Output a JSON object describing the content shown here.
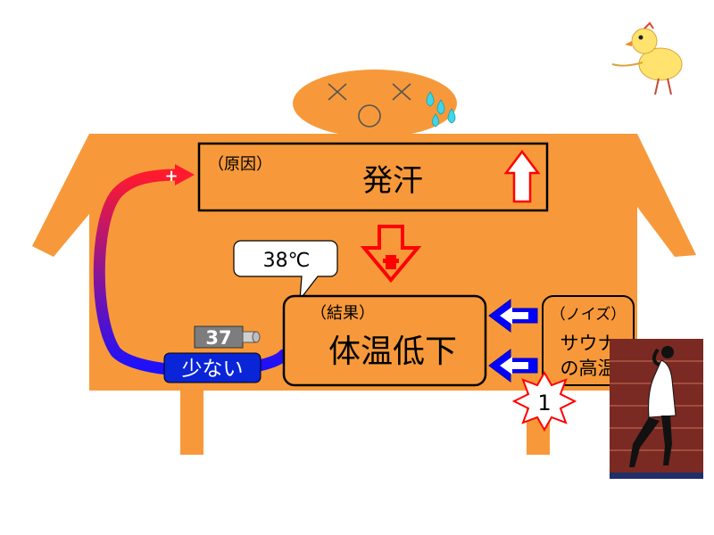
{
  "colors": {
    "body": "#f7993a",
    "box_border": "#000000",
    "arrow_red": "#ff0000",
    "arrow_blue": "#0000ff",
    "loop_start": "#ff1a2e",
    "loop_end": "#1a10ff",
    "badge_bg": "#0a25d8",
    "thermometer": "#7d7d7d"
  },
  "cause_box": {
    "label": "（原因）",
    "title": "発汗",
    "trend_icon": "up-arrow-icon"
  },
  "result_box": {
    "label": "（結果）",
    "title": "体温低下"
  },
  "noise_box": {
    "label": "（ノイズ）",
    "line1": "サウナ",
    "line2": "の高温"
  },
  "speech_bubble": {
    "text": "38℃"
  },
  "thermometer": {
    "reading": "37"
  },
  "badge": {
    "text": "少ない"
  },
  "loop": {
    "sign": "+"
  },
  "burst": {
    "text": "1"
  },
  "icons": [
    "dizzy-face-icon",
    "sweat-drops-icon",
    "chick-icon",
    "sauna-person-icon",
    "plus-sign-icon",
    "down-arrow-icon"
  ]
}
